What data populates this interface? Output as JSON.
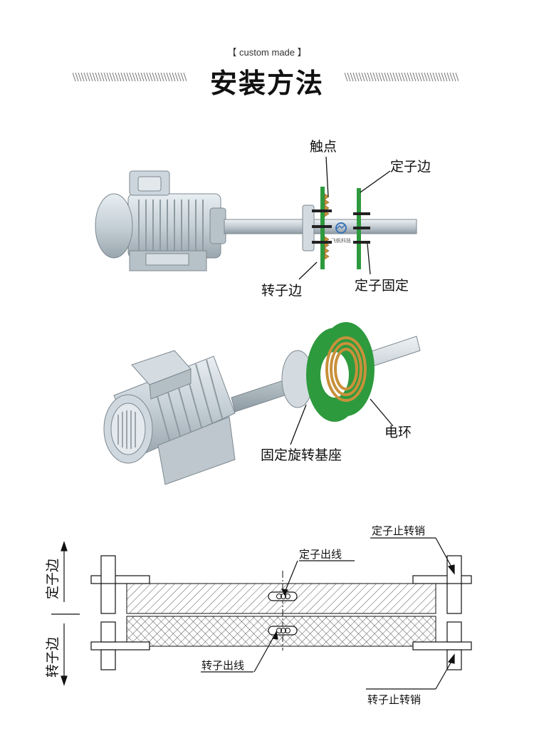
{
  "header": {
    "tag": "【 custom made 】",
    "title": "安装方法"
  },
  "figure1": {
    "labels": {
      "contact": "触点",
      "stator_side": "定子边",
      "rotor_side": "转子边",
      "stator_fix": "定子固定"
    },
    "logo_text": "飞帆科技"
  },
  "figure2": {
    "labels": {
      "slip_ring": "电环",
      "base": "固定旋转基座"
    }
  },
  "figure3": {
    "labels": {
      "stator_pin": "定子止转销",
      "stator_wire": "定子出线",
      "rotor_wire": "转子出线",
      "rotor_pin": "转子止转销",
      "stator_side_v": "定子边",
      "rotor_side_v": "转子边"
    }
  },
  "colors": {
    "green": "#2e9a3e",
    "motor_body": "#c9d2d8",
    "copper": "#c8913a",
    "hatch": "#555555"
  }
}
